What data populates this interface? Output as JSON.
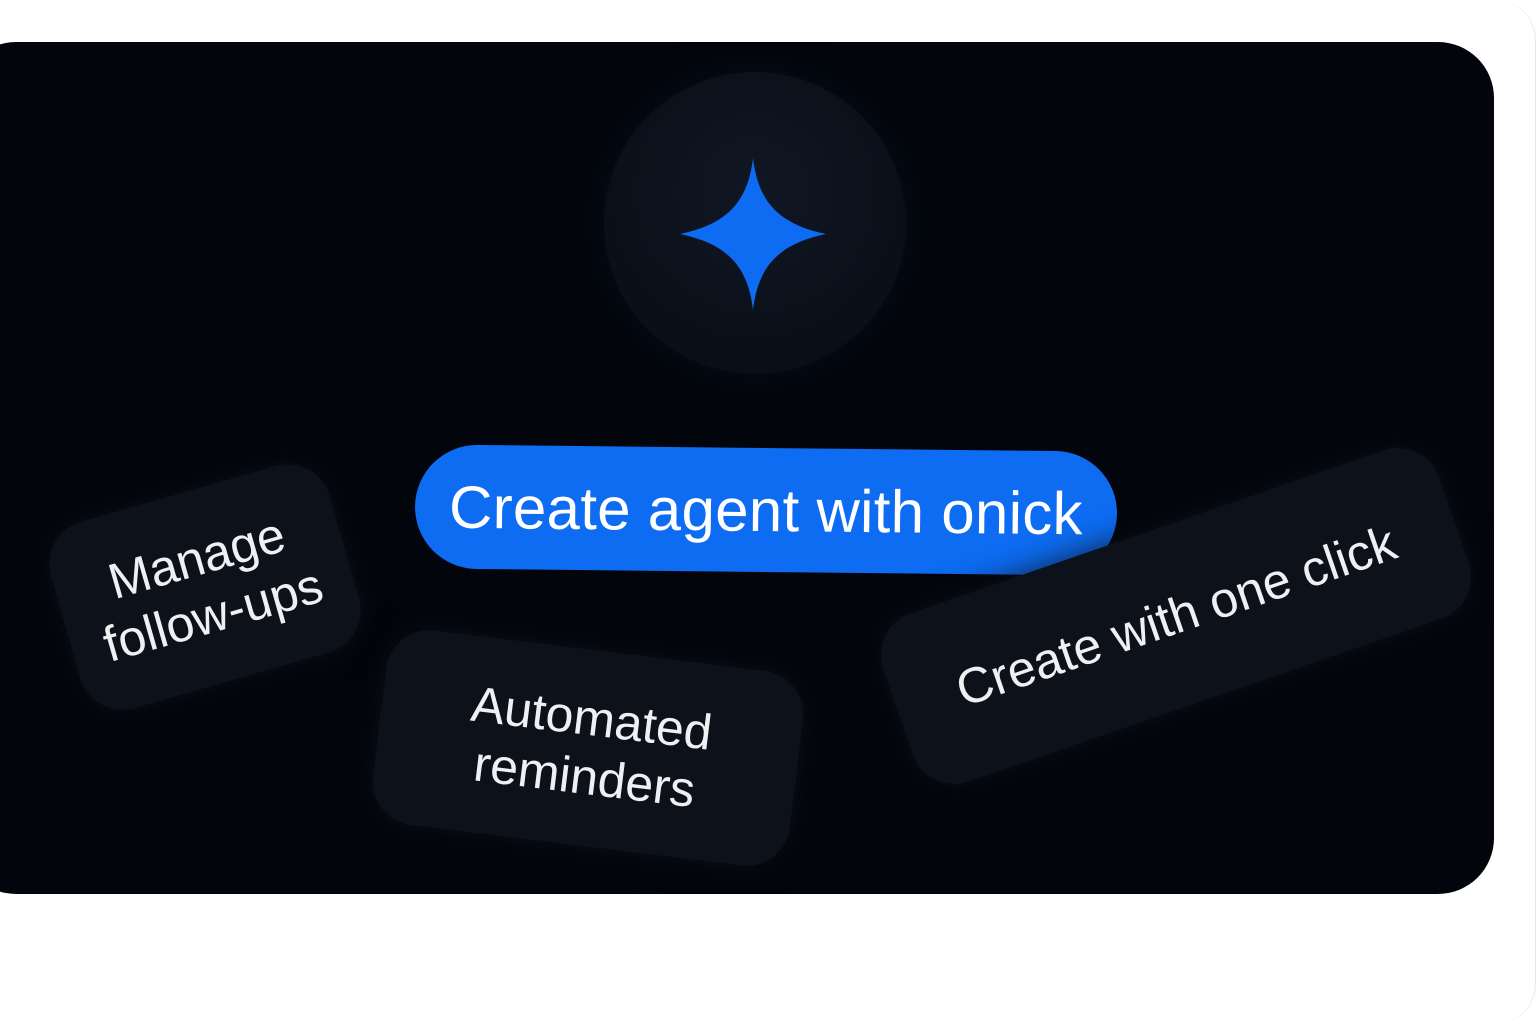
{
  "hero": {
    "icon": "sparkle-icon",
    "accent_color": "#0d6cf2",
    "primary_button_label": "Create agent with onick"
  },
  "chips": [
    {
      "lines": [
        "Manage",
        "follow-ups"
      ]
    },
    {
      "lines": [
        "Automated",
        "reminders"
      ]
    },
    {
      "lines": [
        "Create with one click"
      ]
    }
  ]
}
